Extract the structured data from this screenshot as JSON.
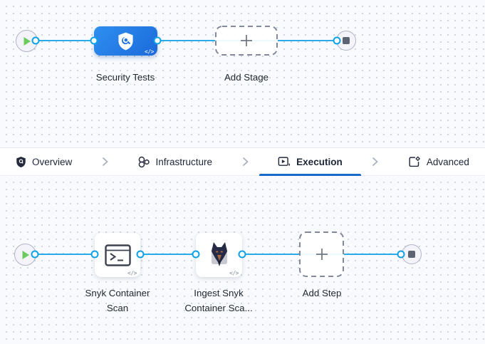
{
  "top_pipeline": {
    "stage_label": "Security Tests",
    "add_stage_label": "Add Stage",
    "code_badge": "</>"
  },
  "tab_bar": {
    "tabs": [
      {
        "label": "Overview",
        "icon": "shield-icon"
      },
      {
        "label": "Infrastructure",
        "icon": "infrastructure-icon"
      },
      {
        "label": "Execution",
        "icon": "execution-icon"
      },
      {
        "label": "Advanced",
        "icon": "advanced-icon"
      }
    ],
    "active_tab": "Execution"
  },
  "bottom_pipeline": {
    "steps": [
      {
        "label": "Snyk Container Scan",
        "icon": "terminal-icon"
      },
      {
        "label": "Ingest Snyk Container Sca...",
        "icon": "snyk-dog-icon"
      }
    ],
    "add_step_label": "Add Step",
    "code_badge": "</>"
  },
  "colors": {
    "canvas_background": "#f8fafd",
    "canvas_dot": "#ccd3dd",
    "stage_gradient_start": "#2f8ff0",
    "stage_gradient_end": "#1b6ada",
    "connector_line": "#2bace8",
    "connector_ring": "#0da2e7",
    "active_tab_underline": "#1a6acd",
    "play_triangle": "#6bcb5d",
    "stop_square": "#5d6373"
  }
}
